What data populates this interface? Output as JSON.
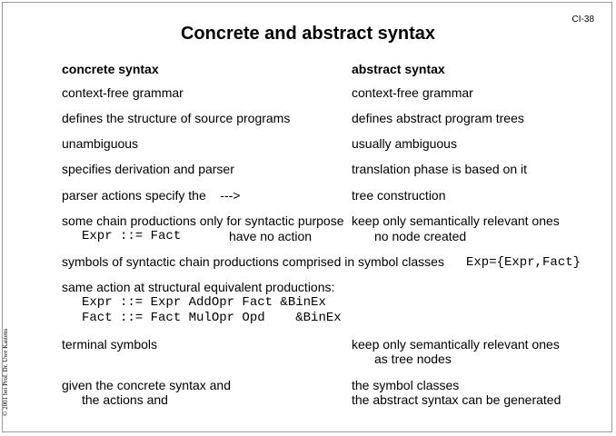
{
  "slide": {
    "id": "CI-38",
    "title": "Concrete and abstract syntax",
    "copyright": "© 2001 bei Prof. Dr. Uwe Kastens"
  },
  "headers": {
    "concrete": "concrete syntax",
    "abstract": "abstract syntax"
  },
  "rows": [
    {
      "left": "context-free grammar",
      "right": "context-free grammar"
    },
    {
      "left": "defines the structure of source programs",
      "right": "defines abstract program trees"
    },
    {
      "left": "unambiguous",
      "right": "usually ambiguous"
    },
    {
      "left": "specifies derivation and parser",
      "right": "translation phase is based on it"
    },
    {
      "left": "parser actions specify the    --->",
      "right": "tree construction"
    }
  ],
  "chain": {
    "left": "some chain productions only for syntactic purpose",
    "right": "keep only semantically relevant ones",
    "code": "Expr ::= Fact",
    "left_note": "have no action",
    "right_note": "no node created"
  },
  "symbols": {
    "text": "symbols of syntactic chain productions comprised in symbol classes",
    "code": "Exp={Expr,Fact}"
  },
  "same_action": {
    "text": "same action at structural equivalent productions:",
    "line1": "Expr ::= Expr AddOpr Fact &BinEx",
    "line2": "Fact ::= Fact MulOpr Opd    &BinEx"
  },
  "terminal": {
    "left": "terminal symbols",
    "right1": "keep only semantically relevant ones",
    "right2": "as tree nodes"
  },
  "given": {
    "left1": "given the concrete syntax and",
    "left2": "the actions and",
    "right1": "the symbol classes",
    "right2": "the abstract syntax can be generated"
  }
}
